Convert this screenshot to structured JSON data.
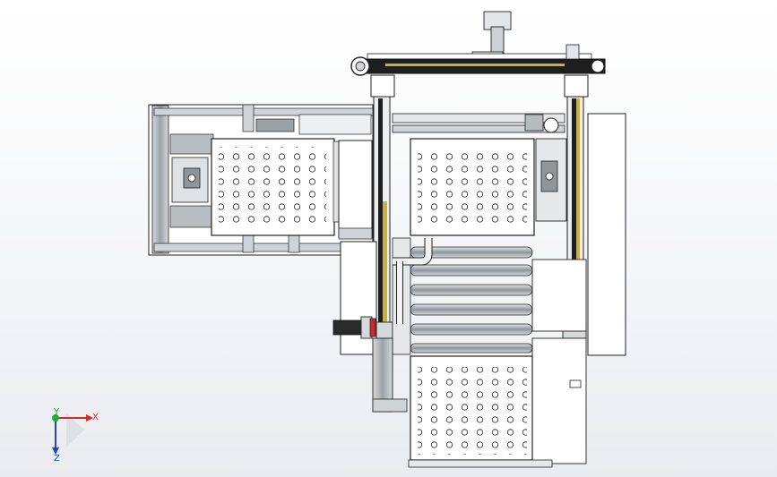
{
  "viewport": {
    "background_top": "#ffffff",
    "background_bottom": "#e9ebee"
  },
  "model": {
    "line_color": "#222222",
    "panel_fill": "#ffffff",
    "frame_fill": "#c8ccd1",
    "roller_fill": "#9aa0a7",
    "linear_guide_color": "#c9b23a",
    "beam_color": "#1e1e1e",
    "motor_color": "#2a2a2a",
    "cylinder_color": "#cc2a2a",
    "pipe_fill": "#f2f2f2"
  },
  "triad": {
    "x_label": "X",
    "y_label": "Y",
    "z_label": "Z",
    "x_color": "#d8262b",
    "y_color": "#1faa3a",
    "z_color": "#2646b8",
    "icon": "coordinate-triad-icon"
  }
}
